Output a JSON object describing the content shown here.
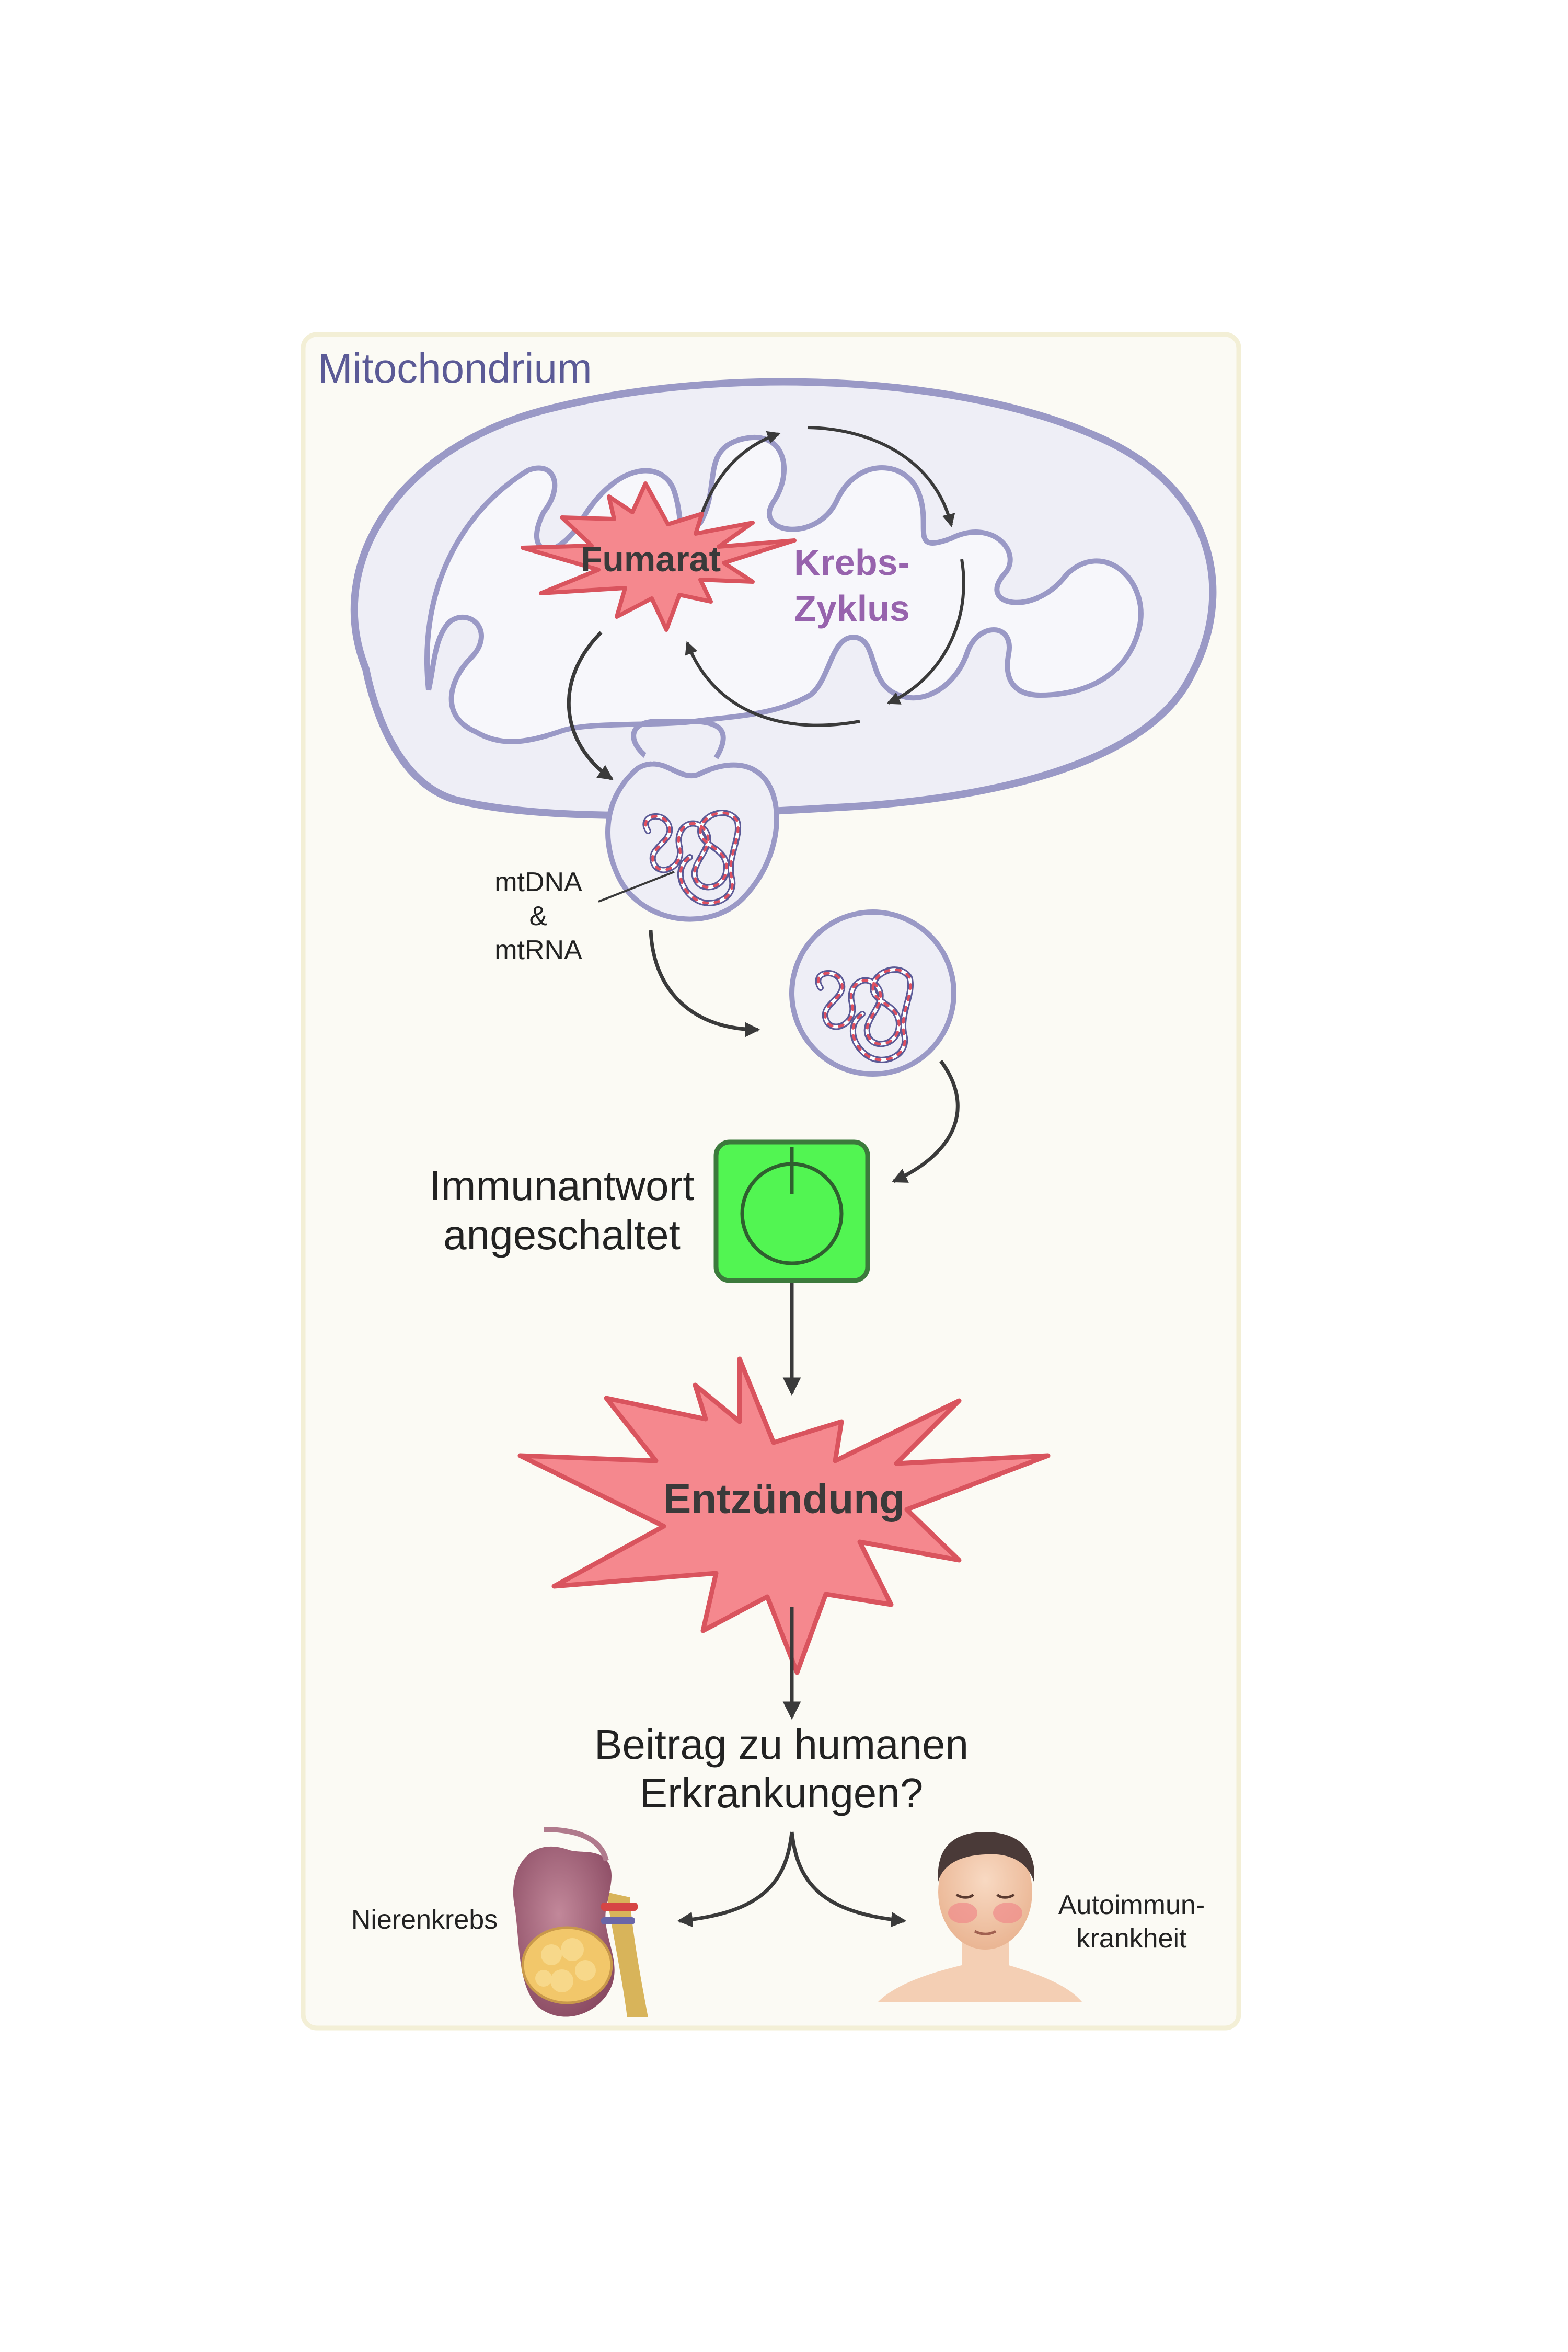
{
  "panel": {
    "title": "Mitochondrium"
  },
  "mitochondrion": {
    "fumarate_label": "Fumarat",
    "cycle_label_line1": "Krebs-",
    "cycle_label_line2": "Zyklus"
  },
  "dna": {
    "label_line1": "mtDNA",
    "label_line2": "&",
    "label_line3": "mtRNA"
  },
  "immune": {
    "label_line1": "Immunantwort",
    "label_line2": "angeschaltet"
  },
  "inflammation": {
    "label": "Entzündung"
  },
  "question": {
    "line1": "Beitrag zu humanen",
    "line2": "Erkrankungen?"
  },
  "outcomes": {
    "kidney_label": "Nierenkrebs",
    "autoimmune_line1": "Autoimmun-",
    "autoimmune_line2": "krankheit"
  },
  "icons": [
    "fumarate-burst-icon",
    "mtdna-coil-icon",
    "power-switch-icon",
    "inflammation-burst-icon",
    "kidney-tumor-icon",
    "patient-face-icon"
  ],
  "colors": {
    "panel_fill": "#fbfaf4",
    "panel_border": "#f3efd6",
    "title": "#5b5a96",
    "membrane": "#9a99c6",
    "membrane_fill": "#eeeef6",
    "matrix_fill": "#f7f7fb",
    "burst_fill": "#f5888e",
    "burst_stroke": "#d9545e",
    "cycle_text": "#9763ad",
    "switch_fill": "#52f552",
    "switch_stroke": "#3c7a3c",
    "arrow": "#3a3a3a"
  }
}
